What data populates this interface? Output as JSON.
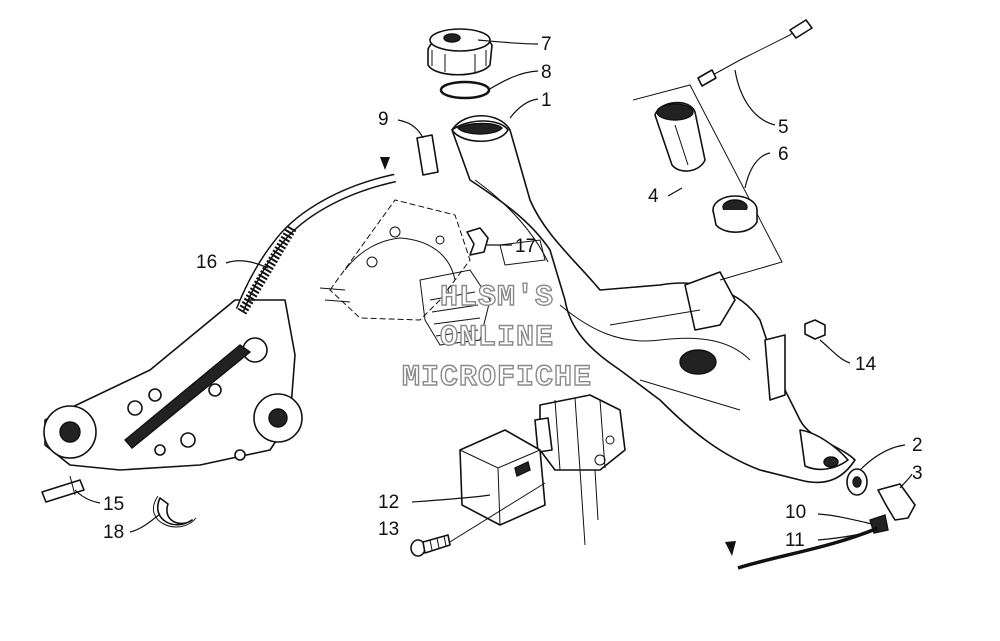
{
  "callouts": [
    {
      "id": "7",
      "label": "7"
    },
    {
      "id": "8",
      "label": "8"
    },
    {
      "id": "1",
      "label": "1"
    },
    {
      "id": "9",
      "label": "9"
    },
    {
      "id": "5",
      "label": "5"
    },
    {
      "id": "6",
      "label": "6"
    },
    {
      "id": "4",
      "label": "4"
    },
    {
      "id": "16",
      "label": "16"
    },
    {
      "id": "17",
      "label": "17"
    },
    {
      "id": "14",
      "label": "14"
    },
    {
      "id": "2",
      "label": "2"
    },
    {
      "id": "3",
      "label": "3"
    },
    {
      "id": "12",
      "label": "12"
    },
    {
      "id": "13",
      "label": "13"
    },
    {
      "id": "10",
      "label": "10"
    },
    {
      "id": "11",
      "label": "11"
    },
    {
      "id": "15",
      "label": "15"
    },
    {
      "id": "18",
      "label": "18"
    }
  ],
  "watermark": {
    "line1": "HLSM'S",
    "line2": "ONLINE",
    "line3": "MICROFICHE"
  }
}
